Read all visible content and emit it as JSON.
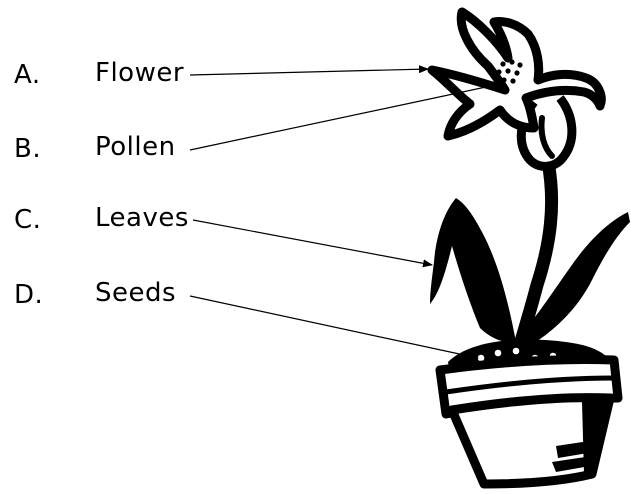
{
  "labels": [
    {
      "letter": "A.",
      "text": "Flower"
    },
    {
      "letter": "B.",
      "text": "Pollen"
    },
    {
      "letter": "C.",
      "text": "Leaves"
    },
    {
      "letter": "D.",
      "text": "Seeds"
    }
  ],
  "colors": {
    "ink": "#000000",
    "paper": "#ffffff"
  }
}
